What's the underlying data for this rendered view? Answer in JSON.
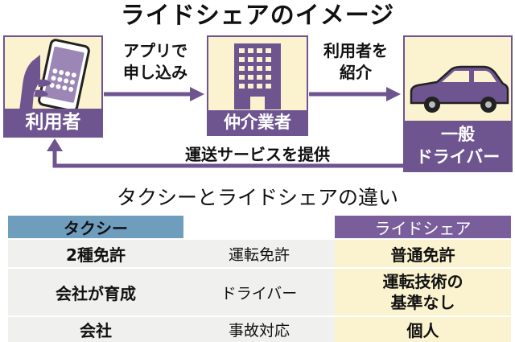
{
  "title": "ライドシェアのイメージ",
  "flow": {
    "user_label": "利用者",
    "apply_line1": "アプリで",
    "apply_line2": "申し込み",
    "broker_label": "仲介業者",
    "introduce_line1": "利用者を",
    "introduce_line2": "紹介",
    "driver_line1": "一般",
    "driver_line2": "ドライバー",
    "transport_label": "運送サービスを提供",
    "accent_color": "#6e5590",
    "box_fill": "#fbf3cf"
  },
  "subtitle": "タクシーとライドシェアの違い",
  "comparison": {
    "taxi_header": "タクシー",
    "rideshare_header": "ライドシェア",
    "rows": [
      {
        "taxi": "2種免許",
        "topic": "運転免許",
        "rideshare": "普通免許"
      },
      {
        "taxi": "会社が育成",
        "topic": "ドライバー",
        "rideshare_line1": "運転技術の",
        "rideshare_line2": "基準なし"
      },
      {
        "taxi": "会社",
        "topic": "事故対応",
        "rideshare": "個人"
      }
    ],
    "taxi_color": "#6f9dbd",
    "rideshare_color": "#7a5e9b"
  }
}
